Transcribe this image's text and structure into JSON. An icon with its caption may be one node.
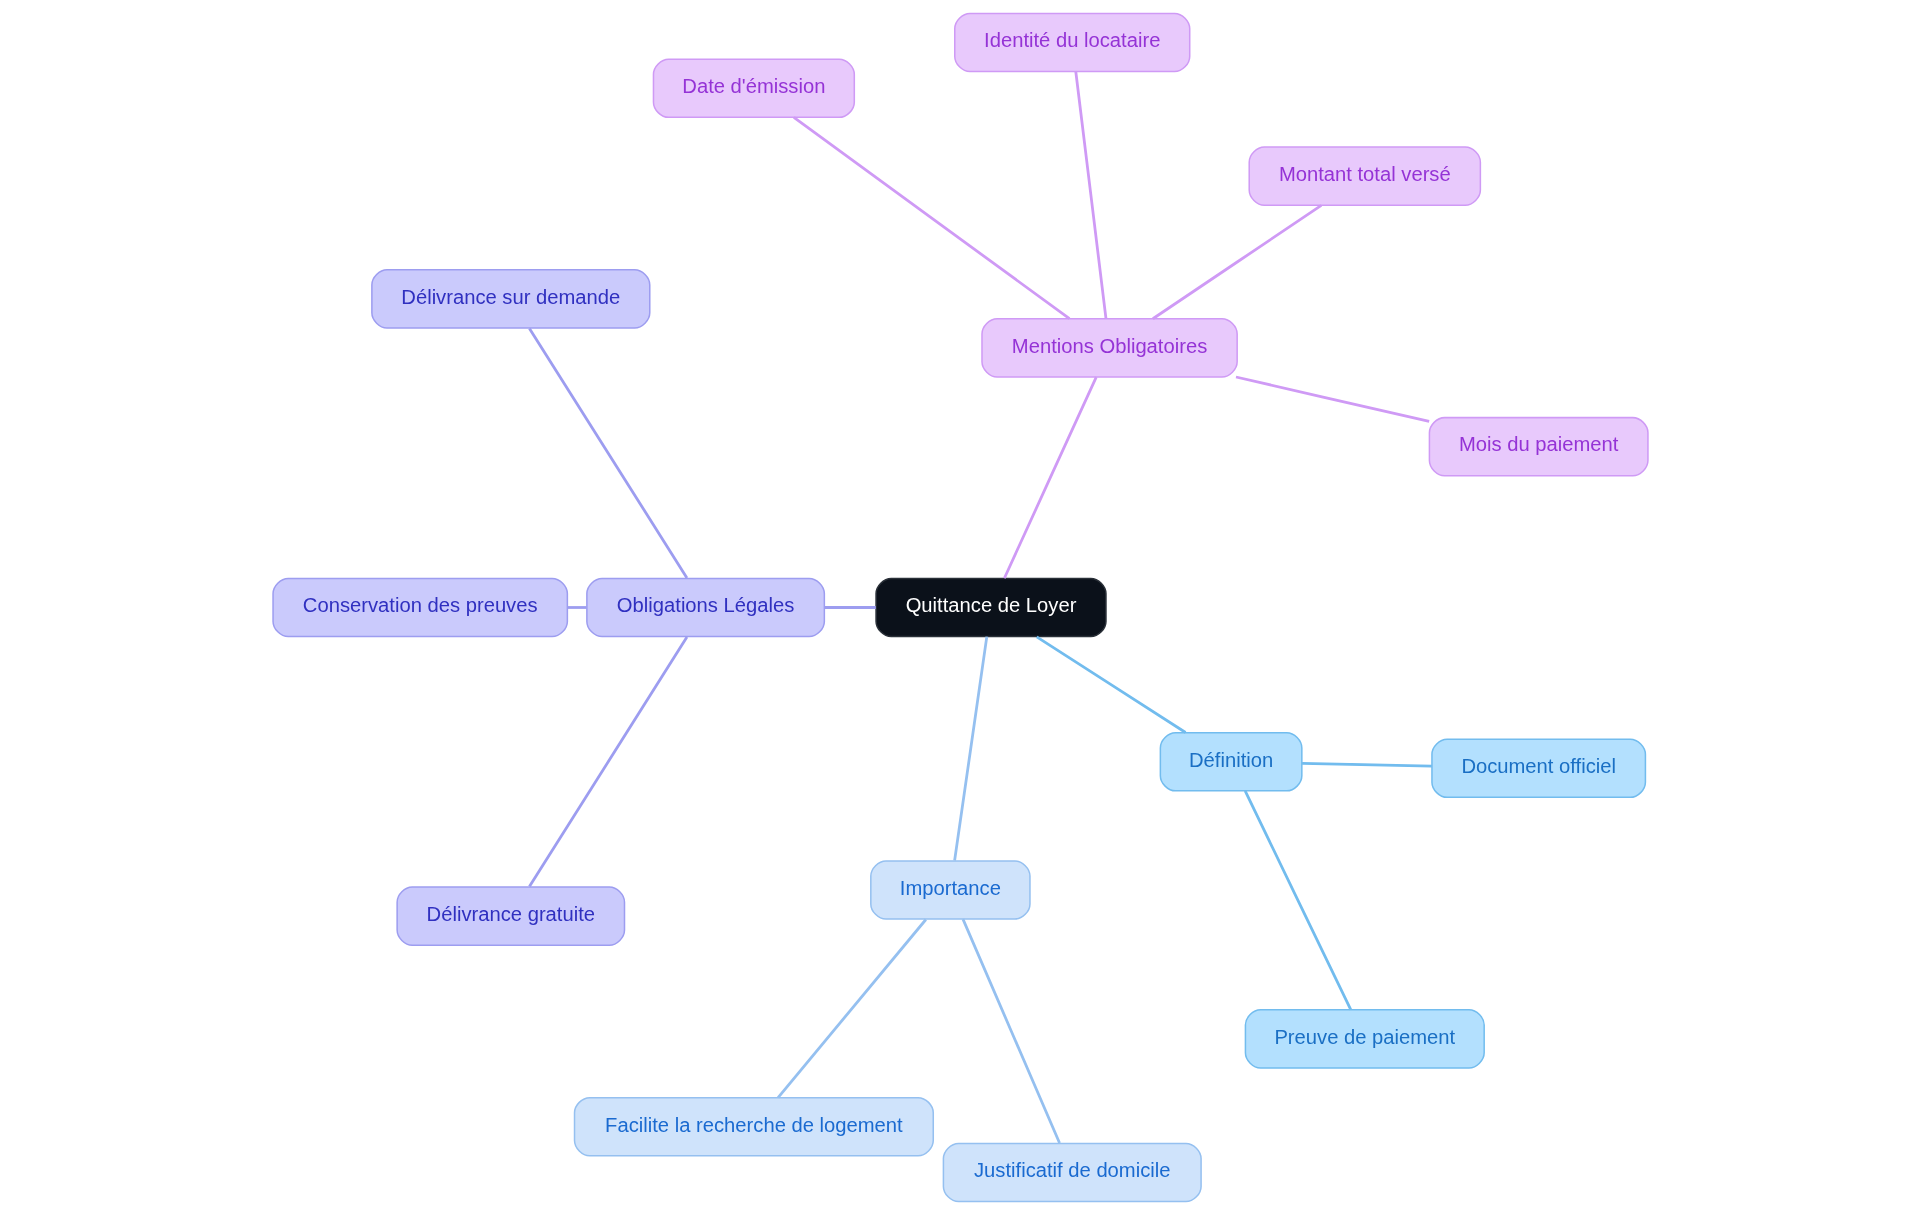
{
  "diagram": {
    "nodes": [
      {
        "text": [
          "Quittance de Loyer"
        ]
      },
      {
        "text": [
          "Mentions Obligatoires"
        ]
      },
      {
        "text": [
          "Identité du locataire"
        ]
      },
      {
        "text": [
          "Montant total versé"
        ]
      },
      {
        "text": [
          "Date d'émission"
        ]
      },
      {
        "text": [
          "Mois du paiement"
        ]
      },
      {
        "text": [
          "Obligations Légales"
        ]
      },
      {
        "text": [
          "Délivrance sur demande"
        ]
      },
      {
        "text": [
          "Conservation des preuves"
        ]
      },
      {
        "text": [
          "Délivrance gratuite"
        ]
      },
      {
        "text": [
          "Définition"
        ]
      },
      {
        "text": [
          "Document officiel"
        ]
      },
      {
        "text": [
          "Preuve de paiement"
        ]
      },
      {
        "text": [
          "Importance"
        ]
      },
      {
        "text": [
          "Facilite la recherche de logement"
        ]
      },
      {
        "text": [
          "Justificatif de domicile"
        ]
      }
    ],
    "edges": [
      {
        "from": 0,
        "to": 1,
        "arrow": "none",
        "color": "#cf9af5"
      },
      {
        "from": 1,
        "to": 2,
        "arrow": "none",
        "color": "#cf9af5"
      },
      {
        "from": 1,
        "to": 3,
        "arrow": "none",
        "color": "#cf9af5"
      },
      {
        "from": 1,
        "to": 4,
        "arrow": "none",
        "color": "#cf9af5"
      },
      {
        "from": 1,
        "to": 5,
        "arrow": "none",
        "color": "#cf9af5"
      },
      {
        "from": 0,
        "to": 6,
        "arrow": "none",
        "color": "#9d9df0"
      },
      {
        "from": 6,
        "to": 7,
        "arrow": "none",
        "color": "#9d9df0"
      },
      {
        "from": 6,
        "to": 8,
        "arrow": "none",
        "color": "#9d9df0"
      },
      {
        "from": 6,
        "to": 9,
        "arrow": "none",
        "color": "#9d9df0"
      },
      {
        "from": 0,
        "to": 10,
        "arrow": "none",
        "color": "#72bcee"
      },
      {
        "from": 10,
        "to": 11,
        "arrow": "none",
        "color": "#72bcee"
      },
      {
        "from": 10,
        "to": 12,
        "arrow": "none",
        "color": "#72bcee"
      },
      {
        "from": 0,
        "to": 13,
        "arrow": "none",
        "color": "#95c0f0"
      },
      {
        "from": 13,
        "to": 14,
        "arrow": "none",
        "color": "#95c0f0"
      },
      {
        "from": 13,
        "to": 15,
        "arrow": "none",
        "color": "#95c0f0"
      }
    ]
  }
}
